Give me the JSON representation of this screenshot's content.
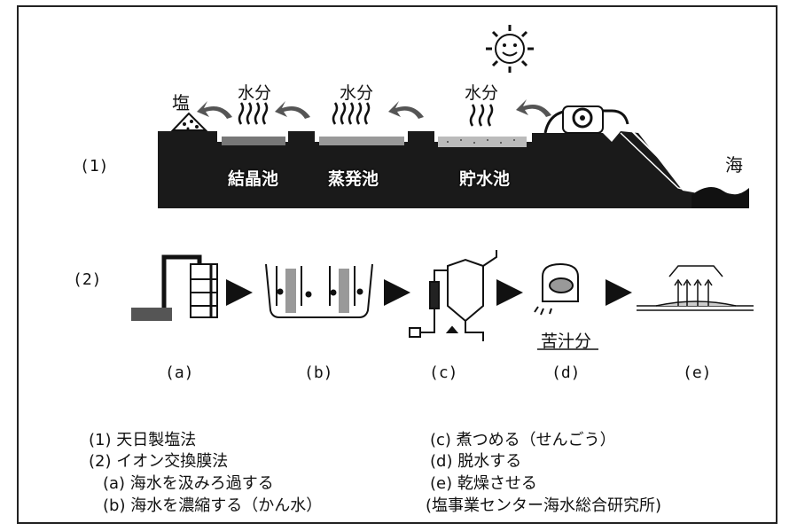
{
  "diagram": {
    "row1": {
      "label": "(1)",
      "salt": "塩",
      "water_labels": [
        "水分",
        "水分",
        "水分"
      ],
      "sea": "海",
      "pools": [
        "結晶池",
        "蒸発池",
        "貯水池"
      ]
    },
    "row2": {
      "label": "(2)",
      "bittern": "苦汁分",
      "steps": [
        "(a)",
        "(b)",
        "(c)",
        "(d)",
        "(e)"
      ]
    },
    "legend": {
      "left": [
        "(1) 天日製塩法",
        "(2) イオン交換膜法",
        "(a) 海水を汲みろ過する",
        "(b) 海水を濃縮する（かん水）"
      ],
      "right": [
        "(c) 煮つめる（せんごう）",
        "(d) 脱水する",
        "(e) 乾燥させる",
        "(塩事業センター海水総合研究所)"
      ]
    },
    "colors": {
      "ground": "#1a1a1a",
      "ink": "#111111",
      "paper": "#ffffff"
    }
  }
}
